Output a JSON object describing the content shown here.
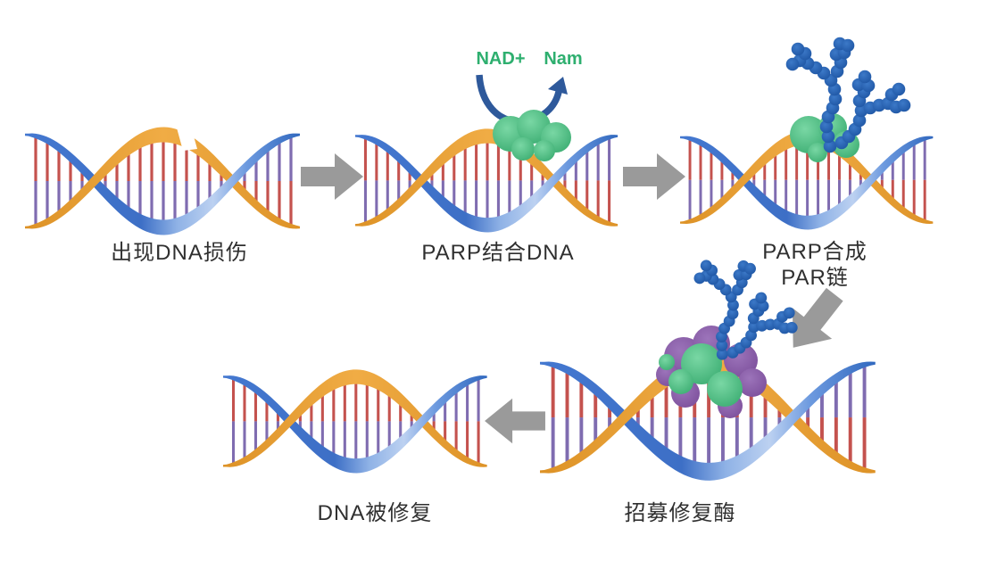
{
  "figure": {
    "background": "#ffffff",
    "steps": [
      {
        "id": "dna-damage",
        "label": "出现DNA损伤"
      },
      {
        "id": "parp-binds",
        "label": "PARP结合DNA"
      },
      {
        "id": "par-synthesis",
        "label_line1": "PARP合成",
        "label_line2": "PAR链"
      },
      {
        "id": "recruit",
        "label": "招募修复酶"
      },
      {
        "id": "repaired",
        "label": "DNA被修复"
      }
    ],
    "annotations": {
      "nad": "NAD+",
      "nam": "Nam"
    },
    "colors": {
      "strand_orange": "#E9A23B",
      "strand_orange_dark": "#DD9226",
      "strand_orange_light": "#F0AC45",
      "strand_blue": "#4478D0",
      "strand_blue_dark": "#2F67BE",
      "strand_blue_pale": "#BCD1F1",
      "rung_red": "#C4524E",
      "rung_purple": "#7F6CB0",
      "parp_green_light": "#79D7A4",
      "parp_green": "#52C189",
      "parp_green_dark": "#3CAD72",
      "par_bead_light": "#3C79C8",
      "par_bead_dark": "#1E55A3",
      "enzyme_purple_light": "#9C74BA",
      "enzyme_purple_dark": "#7C4F9B",
      "flow_arrow_gray": "#9A9A9A",
      "nad_arrow_blue": "#2E599B",
      "cofactor_text_green": "#2EAF6F",
      "label_text": "#2F2F2F"
    }
  }
}
